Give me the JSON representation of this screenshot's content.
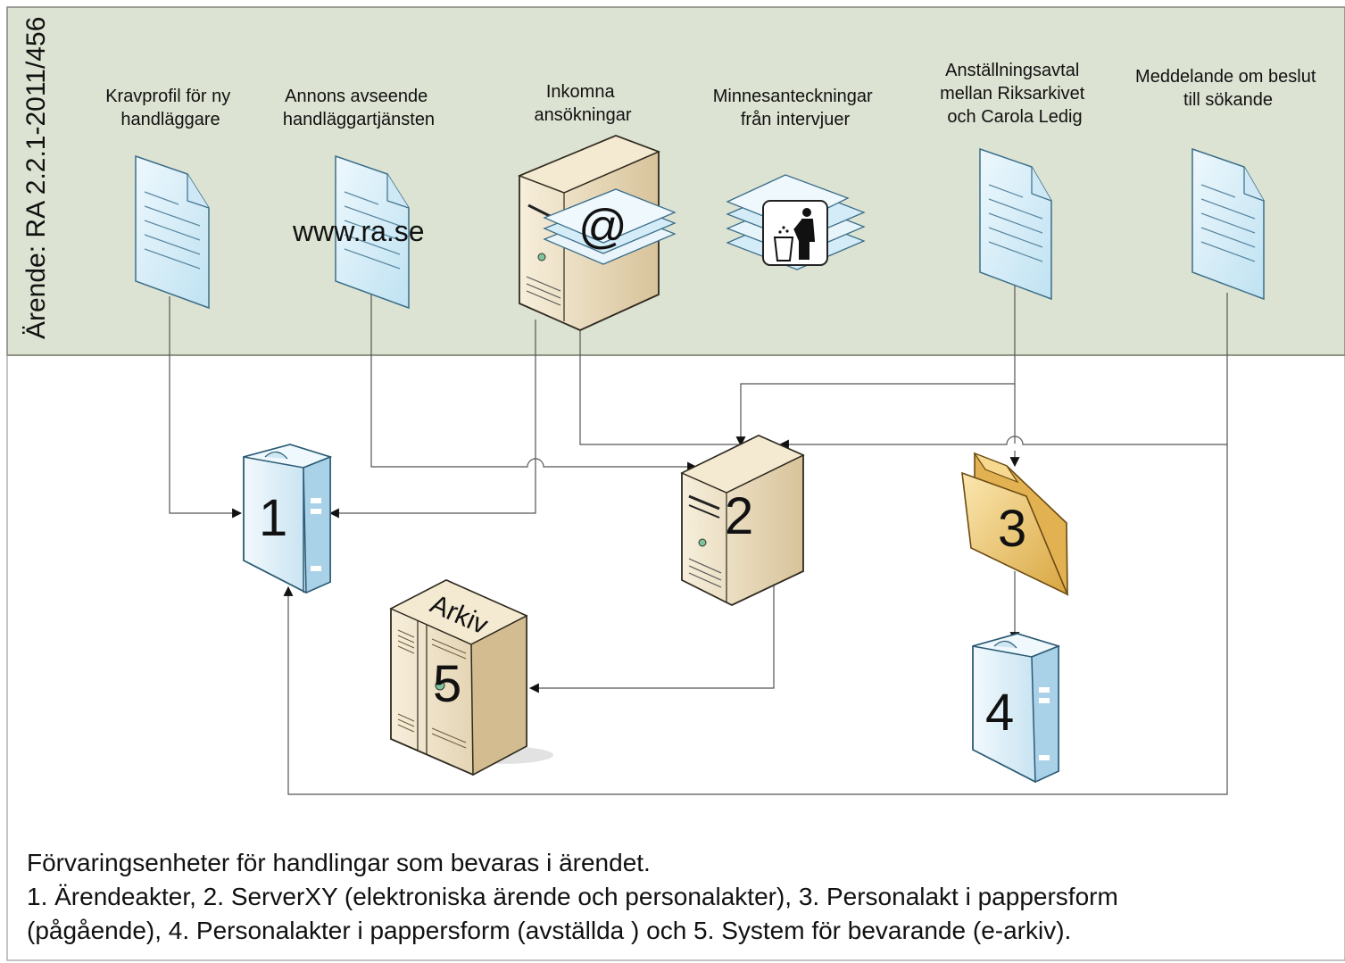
{
  "case_label": "Ärende: RA 2.2.1-2011/456",
  "documents": [
    {
      "id": "kravprofil",
      "lines": [
        "Kravprofil för ny",
        "handläggare"
      ],
      "icon": "document-icon"
    },
    {
      "id": "annons",
      "lines": [
        "Annons avseende",
        "handläggartjänsten"
      ],
      "icon": "document-icon",
      "overlay": "www.ra.se"
    },
    {
      "id": "ansokningar",
      "lines": [
        "Inkomna",
        "ansökningar"
      ],
      "icon": "email-server-icon"
    },
    {
      "id": "minnes",
      "lines": [
        "Minnesanteckningar",
        "från intervjuer"
      ],
      "icon": "discarded-documents-icon"
    },
    {
      "id": "anstallning",
      "lines": [
        "Anställningsavtal",
        "mellan Riksarkivet",
        "och Carola Ledig"
      ],
      "icon": "document-icon"
    },
    {
      "id": "meddelande",
      "lines": [
        "Meddelande om beslut",
        "till sökande"
      ],
      "icon": "document-icon"
    }
  ],
  "storage_units": [
    {
      "number": "1",
      "icon": "file-server-icon"
    },
    {
      "number": "2",
      "icon": "server-icon"
    },
    {
      "number": "3",
      "icon": "folder-icon"
    },
    {
      "number": "4",
      "icon": "file-server-icon"
    },
    {
      "number": "5",
      "icon": "archive-server-icon",
      "label": "Arkiv"
    }
  ],
  "caption": [
    "Förvaringsenheter för handlingar som bevaras i ärendet.",
    "1. Ärendeakter, 2. ServerXY (elektroniska ärende och personalakter), 3. Personalakt i pappersform",
    "(pågående), 4. Personalakter i pappersform (avställda ) och 5. System för bevarande (e-arkiv)."
  ],
  "colors": {
    "band": "#dde3d2",
    "band_border": "#6f7363",
    "document_fill": "#d8eef8",
    "server_beige": "#e9dcc0",
    "blue_server": "#dceef8",
    "folder": "#f0c66a"
  }
}
